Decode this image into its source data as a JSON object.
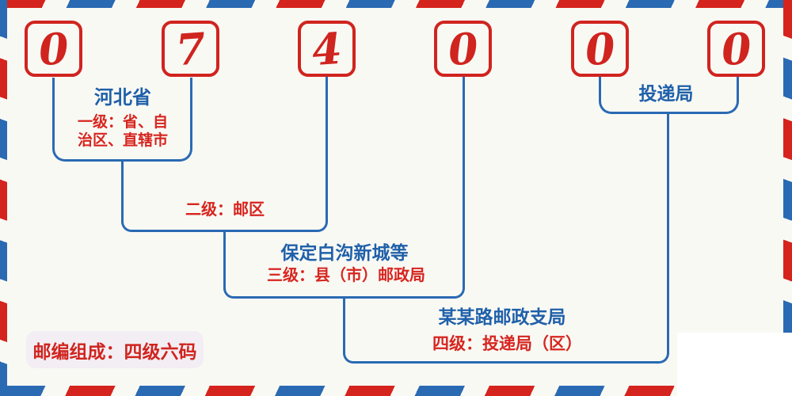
{
  "postal_code": {
    "digits": [
      "0",
      "7",
      "4",
      "0",
      "0",
      "0"
    ]
  },
  "annotations": {
    "level1": {
      "title": "河北省",
      "desc": "一级：省、自\n治区、直辖市"
    },
    "level2": {
      "desc": "二级：邮区"
    },
    "level3": {
      "title": "保定白沟新城等",
      "desc": "三级：县（市）邮政局"
    },
    "level4": {
      "title": "某某路邮政支局",
      "desc": "四级：投递局（区）"
    },
    "delivery": {
      "title": "投递局"
    },
    "note": "邮编组成：四级六码"
  },
  "colors": {
    "digit_red": "#d0241f",
    "line_blue": "#2a6ab3",
    "title_blue": "#1f60a9",
    "desc_red": "#d7251f",
    "background": "#f9f9f4",
    "note_background": "#f3eef3",
    "stripe_red": "#d5231d",
    "stripe_blue": "#2a6ab3"
  }
}
